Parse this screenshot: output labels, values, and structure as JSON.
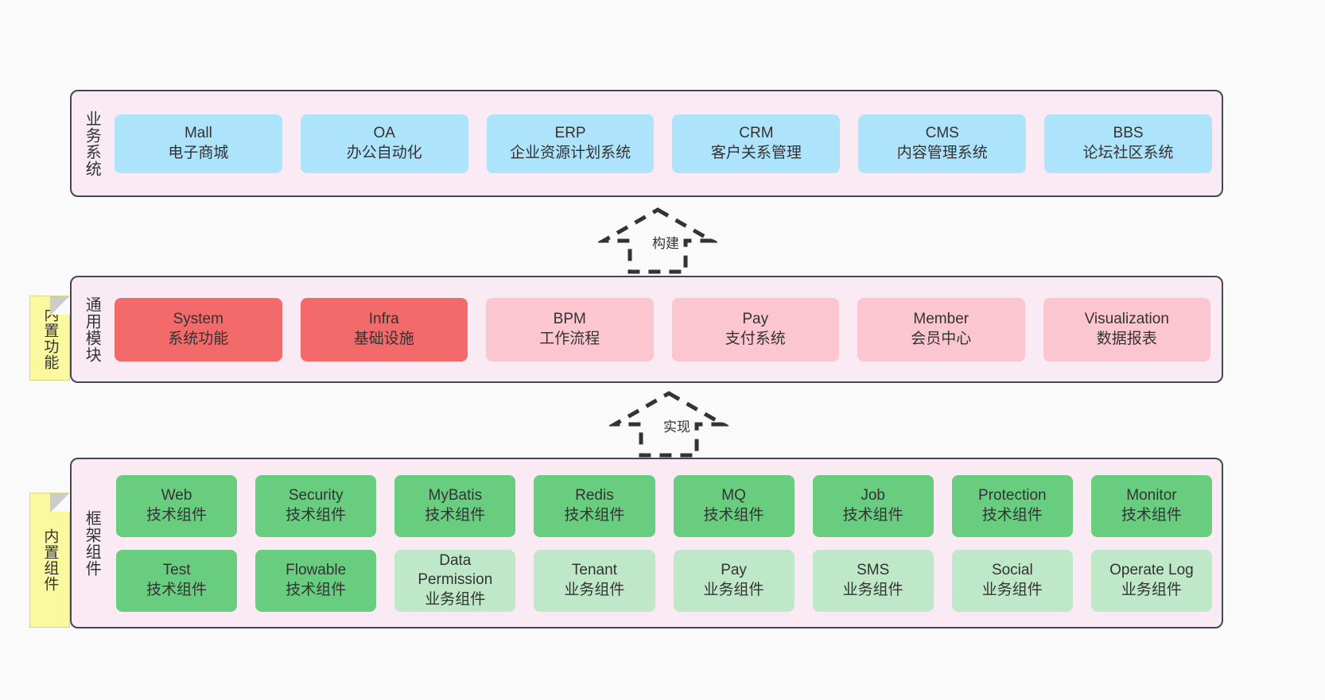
{
  "diagram": {
    "background": "#fafafa",
    "layers": [
      {
        "id": "business",
        "title": "业务系统",
        "note": null,
        "rows": [
          {
            "cards": [
              {
                "t1": "Mall",
                "t2": "电子商城",
                "color": "#ade3fb"
              },
              {
                "t1": "OA",
                "t2": "办公自动化",
                "color": "#ade3fb"
              },
              {
                "t1": "ERP",
                "t2": "企业资源计划系统",
                "color": "#ade3fb"
              },
              {
                "t1": "CRM",
                "t2": "客户关系管理",
                "color": "#ade3fb"
              },
              {
                "t1": "CMS",
                "t2": "内容管理系统",
                "color": "#ade3fb"
              },
              {
                "t1": "BBS",
                "t2": "论坛社区系统",
                "color": "#ade3fb"
              }
            ]
          }
        ]
      },
      {
        "id": "common",
        "title": "通用模块",
        "note": "内置功能",
        "rows": [
          {
            "cards": [
              {
                "t1": "System",
                "t2": "系统功能",
                "color": "#f26a6a"
              },
              {
                "t1": "Infra",
                "t2": "基础设施",
                "color": "#f26a6a"
              },
              {
                "t1": "BPM",
                "t2": "工作流程",
                "color": "#fbc6cf"
              },
              {
                "t1": "Pay",
                "t2": "支付系统",
                "color": "#fbc6cf"
              },
              {
                "t1": "Member",
                "t2": "会员中心",
                "color": "#fbc6cf"
              },
              {
                "t1": "Visualization",
                "t2": "数据报表",
                "color": "#fbc6cf"
              }
            ]
          }
        ]
      },
      {
        "id": "framework",
        "title": "框架组件",
        "note": "内置组件",
        "rows": [
          {
            "cards": [
              {
                "t1": "Web",
                "t2": "技术组件",
                "color": "#68cd7f"
              },
              {
                "t1": "Security",
                "t2": "技术组件",
                "color": "#68cd7f"
              },
              {
                "t1": "MyBatis",
                "t2": "技术组件",
                "color": "#68cd7f"
              },
              {
                "t1": "Redis",
                "t2": "技术组件",
                "color": "#68cd7f"
              },
              {
                "t1": "MQ",
                "t2": "技术组件",
                "color": "#68cd7f"
              },
              {
                "t1": "Job",
                "t2": "技术组件",
                "color": "#68cd7f"
              },
              {
                "t1": "Protection",
                "t2": "技术组件",
                "color": "#68cd7f"
              },
              {
                "t1": "Monitor",
                "t2": "技术组件",
                "color": "#68cd7f"
              }
            ]
          },
          {
            "cards": [
              {
                "t1": "Test",
                "t2": "技术组件",
                "color": "#68cd7f"
              },
              {
                "t1": "Flowable",
                "t2": "技术组件",
                "color": "#68cd7f"
              },
              {
                "t1": "Data Permission",
                "t2": "业务组件",
                "color": "#bfe8c8"
              },
              {
                "t1": "Tenant",
                "t2": "业务组件",
                "color": "#bfe8c8"
              },
              {
                "t1": "Pay",
                "t2": "业务组件",
                "color": "#bfe8c8"
              },
              {
                "t1": "SMS",
                "t2": "业务组件",
                "color": "#bfe8c8"
              },
              {
                "t1": "Social",
                "t2": "业务组件",
                "color": "#bfe8c8"
              },
              {
                "t1": "Operate Log",
                "t2": "业务组件",
                "color": "#bfe8c8"
              }
            ]
          }
        ]
      }
    ],
    "arrows": [
      {
        "id": "build",
        "label": "构建"
      },
      {
        "id": "impl",
        "label": "实现"
      }
    ]
  }
}
